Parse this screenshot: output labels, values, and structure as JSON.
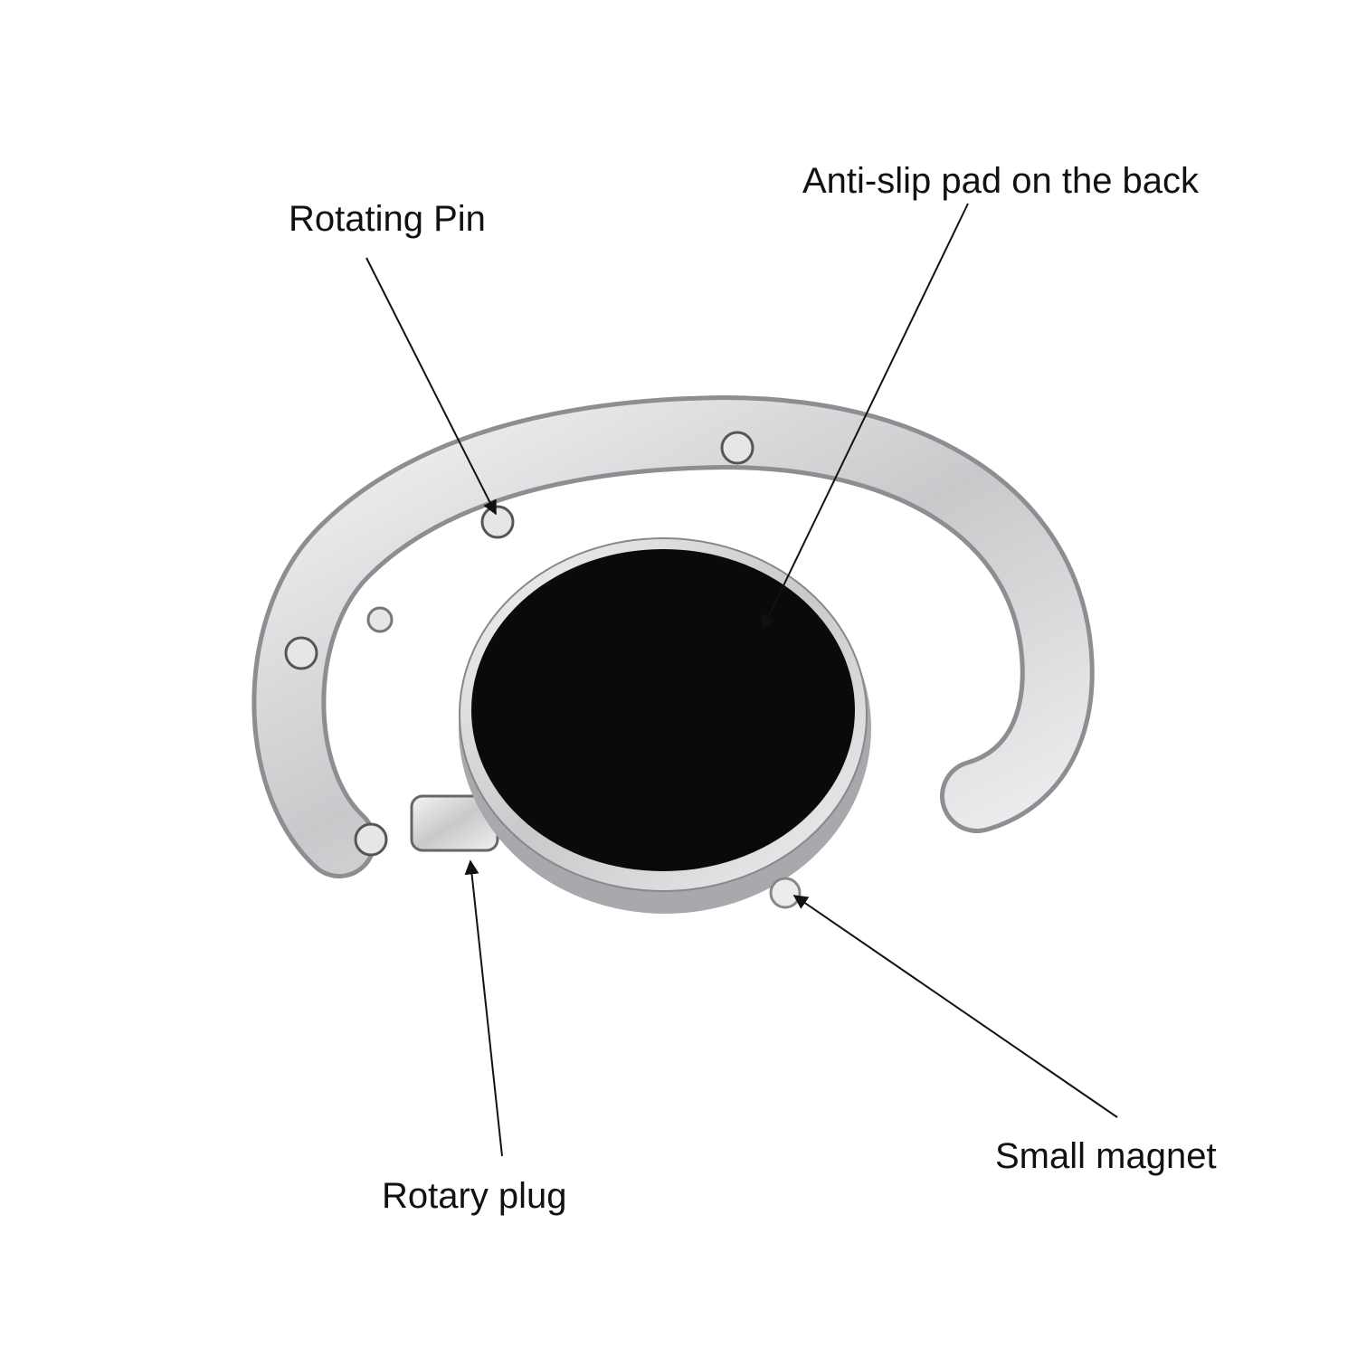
{
  "labels": {
    "rotating_pin": "Rotating Pin",
    "anti_slip_pad": "Anti-slip pad on the back",
    "small_magnet": "Small magnet",
    "rotary_plug": "Rotary plug"
  },
  "colors": {
    "pad": "#0a0a0a",
    "metal": "#d9d9db",
    "metal_dark": "#8e8e92",
    "line": "#111111"
  }
}
